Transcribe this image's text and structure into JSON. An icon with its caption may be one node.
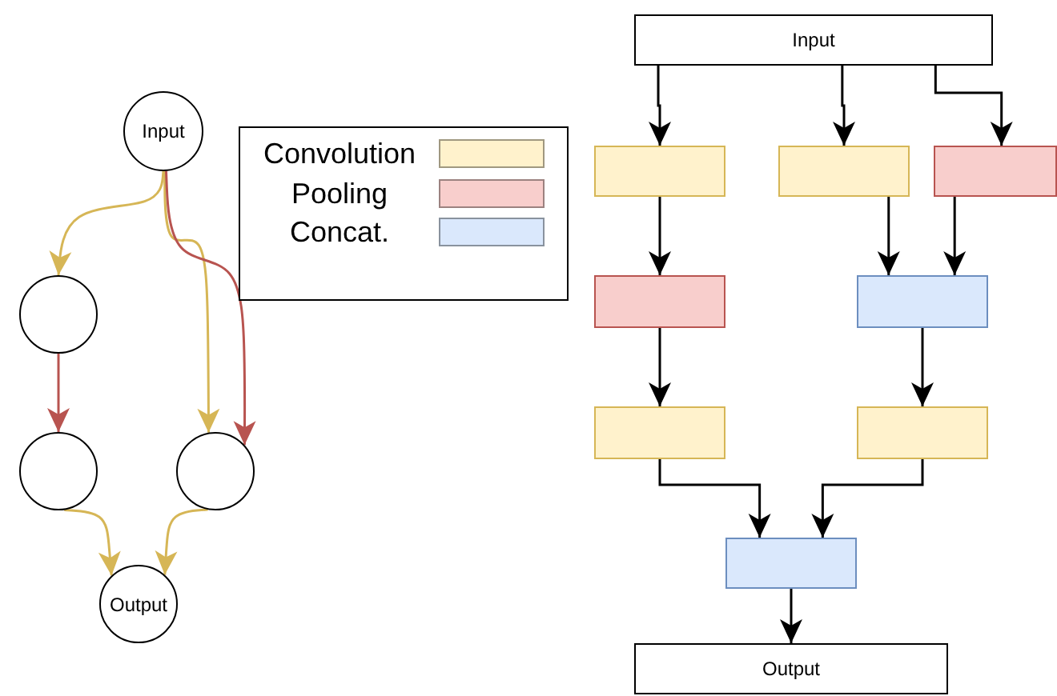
{
  "diagram": {
    "nodes": [
      {
        "text": [
          "Input"
        ]
      },
      {
        "text": [],
        "shape": "circle"
      },
      {
        "text": [],
        "shape": "circle"
      },
      {
        "text": [],
        "shape": "circle"
      },
      {
        "text": [
          "Output"
        ]
      },
      {
        "text": [
          "Input"
        ]
      },
      {
        "text": [],
        "shape": "box"
      },
      {
        "text": [],
        "shape": "box"
      },
      {
        "text": [],
        "shape": "box"
      },
      {
        "text": [],
        "shape": "box"
      },
      {
        "text": [],
        "shape": "box"
      },
      {
        "text": [],
        "shape": "box"
      },
      {
        "text": [],
        "shape": "box"
      },
      {
        "text": [],
        "shape": "box"
      },
      {
        "text": [
          "Output"
        ]
      }
    ],
    "edges": [
      {
        "from": 0,
        "to": 1,
        "arrow": "to",
        "color": "#d6b656"
      },
      {
        "from": 0,
        "to": 3,
        "arrow": "to",
        "color": "#d6b656"
      },
      {
        "from": 0,
        "to": 3,
        "arrow": "to",
        "color": "#b85450"
      },
      {
        "from": 1,
        "to": 2,
        "arrow": "to",
        "color": "#b85450"
      },
      {
        "from": 2,
        "to": 4,
        "arrow": "to",
        "color": "#d6b656"
      },
      {
        "from": 3,
        "to": 4,
        "arrow": "to",
        "color": "#d6b656"
      },
      {
        "from": 5,
        "to": 6,
        "arrow": "to"
      },
      {
        "from": 5,
        "to": 7,
        "arrow": "to"
      },
      {
        "from": 5,
        "to": 8,
        "arrow": "to"
      },
      {
        "from": 6,
        "to": 9,
        "arrow": "to"
      },
      {
        "from": 7,
        "to": 10,
        "arrow": "to"
      },
      {
        "from": 8,
        "to": 10,
        "arrow": "to"
      },
      {
        "from": 9,
        "to": 11,
        "arrow": "to"
      },
      {
        "from": 10,
        "to": 12,
        "arrow": "to"
      },
      {
        "from": 11,
        "to": 13,
        "arrow": "to"
      },
      {
        "from": 12,
        "to": 13,
        "arrow": "to"
      },
      {
        "from": 13,
        "to": 14,
        "arrow": "to"
      }
    ],
    "legend": [
      {
        "text": "Convolution",
        "color": "#fff2cc"
      },
      {
        "text": "Pooling",
        "color": "#f8cecc"
      },
      {
        "text": "Concat.",
        "color": "#dae8fc"
      }
    ]
  }
}
